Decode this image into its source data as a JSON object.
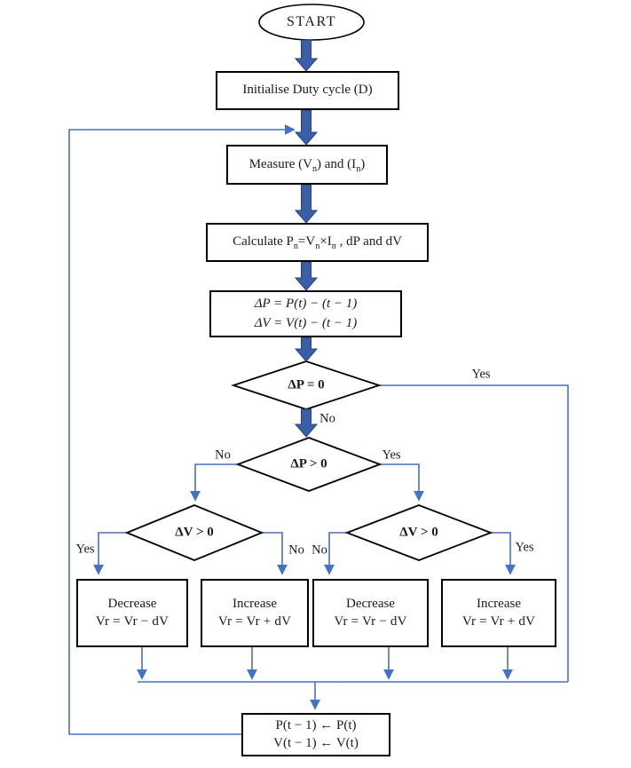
{
  "title": "P&O MPPT algorithm flowchart",
  "colors": {
    "thin_line": "#4472C4",
    "thick_arrow_fill": "#3A5FA9",
    "thick_arrow_stroke": "#26457D",
    "shape_border": "#000000",
    "background": "#FFFFFF",
    "text": "#1A1A1A"
  },
  "nodes": {
    "start": {
      "label": "START"
    },
    "init": {
      "label": "Initialise Duty cycle (D)"
    },
    "measure": {
      "parts": [
        "Measure (V",
        "n",
        ") and (I",
        "n",
        ")"
      ]
    },
    "calculate": {
      "parts": [
        "Calculate P",
        "n",
        "=V",
        "n",
        "×I",
        "n",
        " , dP and dV"
      ]
    },
    "delta": {
      "line1": "ΔP = P(t) − (t − 1)",
      "line2": "ΔV = V(t)  − (t  − 1)"
    },
    "d_dp_zero": {
      "label": "ΔP = 0"
    },
    "d_dp_pos": {
      "label": "ΔP > 0"
    },
    "d_dv_left": {
      "label": "ΔV > 0"
    },
    "d_dv_right": {
      "label": "ΔV > 0"
    },
    "act1": {
      "title": "Decrease",
      "formula": "Vr = Vr − dV"
    },
    "act2": {
      "title": "Increase",
      "formula": "Vr = Vr + dV"
    },
    "act3": {
      "title": "Decrease",
      "formula": "Vr = Vr − dV"
    },
    "act4": {
      "title": "Increase",
      "formula": "Vr = Vr + dV"
    },
    "update": {
      "line1": "P(t − 1) ← P(t)",
      "line2": "V(t − 1) ← V(t)"
    }
  },
  "branch_labels": {
    "dp_zero_yes": "Yes",
    "dp_zero_no": "No",
    "dp_pos_no": "No",
    "dp_pos_yes": "Yes",
    "dv_left_yes": "Yes",
    "dv_left_no": "No",
    "dv_right_no": "No",
    "dv_right_yes": "Yes"
  }
}
